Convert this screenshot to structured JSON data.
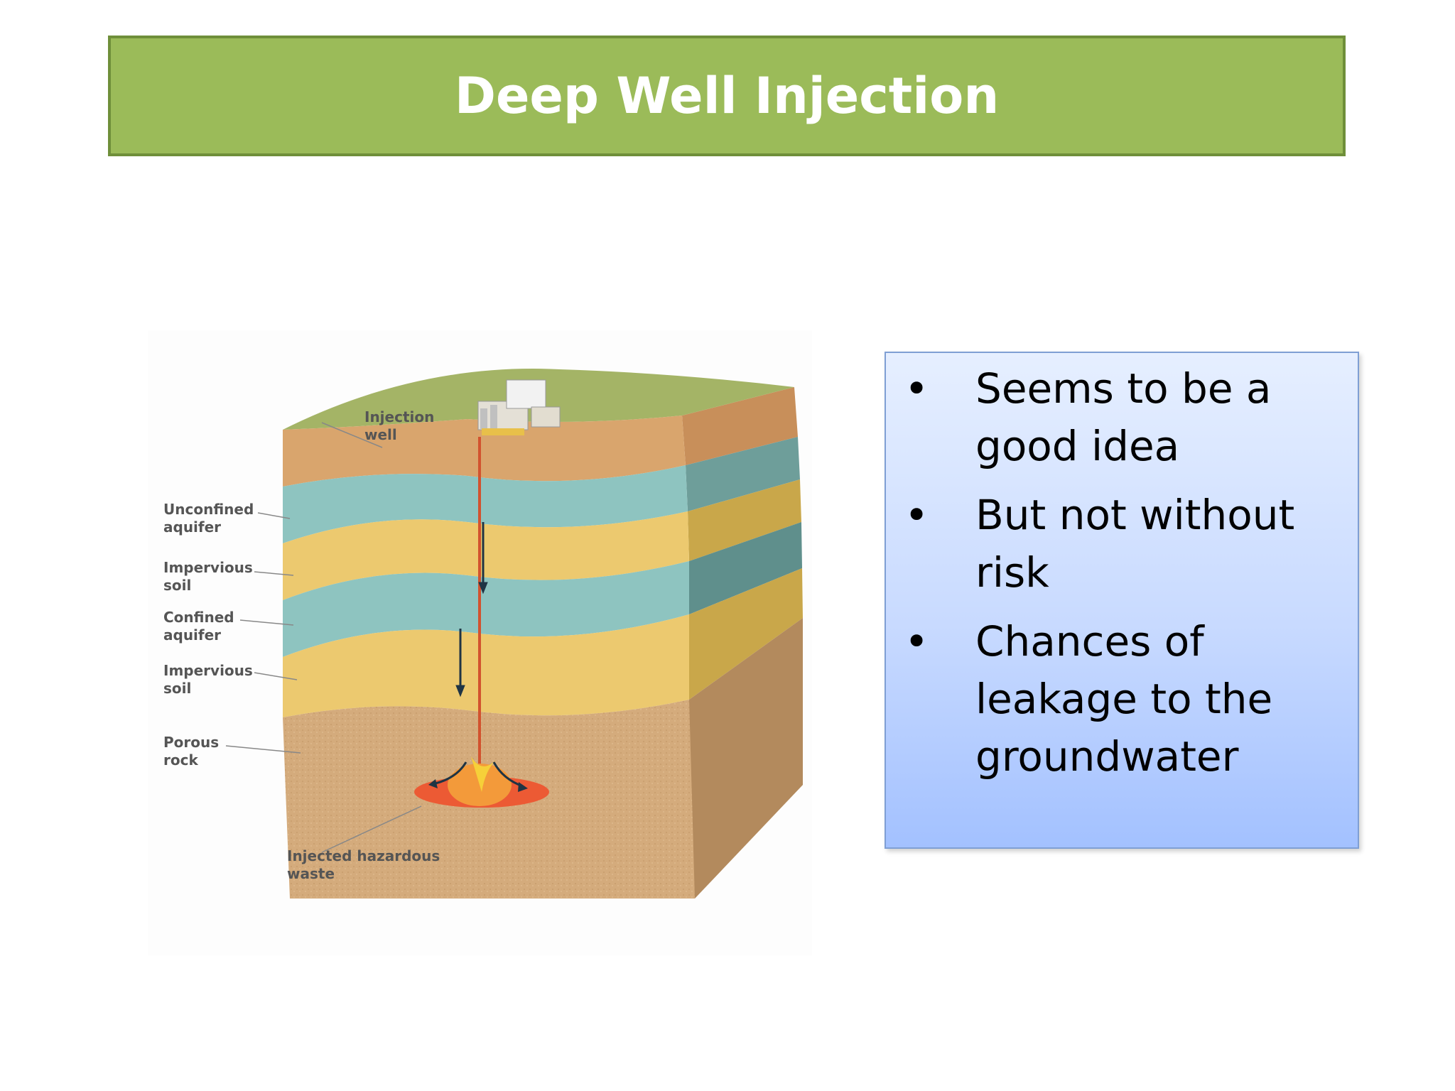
{
  "slide": {
    "title": "Deep Well Injection"
  },
  "diagram": {
    "labels": {
      "injection_well": "Injection\nwell",
      "unconfined_aquifer": "Unconfined\naquifer",
      "impervious_soil_1": "Impervious\nsoil",
      "confined_aquifer": "Confined\naquifer",
      "impervious_soil_2": "Impervious\nsoil",
      "porous_rock": "Porous\nrock",
      "injected_waste": "Injected hazardous\nwaste"
    },
    "colors": {
      "ground": "#a4b466",
      "clay": "#d9a56d",
      "aquifer": "#8ec4c0",
      "sand": "#ecc96f",
      "rock": "#d4ab7c",
      "waste": "#ec5a34",
      "pipe": "#d2522e"
    }
  },
  "bullets": {
    "marker": "•",
    "items": [
      "Seems to be a good idea",
      "But not without risk",
      "Chances of leakage to the groundwater"
    ]
  },
  "colors": {
    "title_bar": "#9bbb59",
    "title_border": "#6f8f3a",
    "bullet_box_top": "#e6efff",
    "bullet_box_bottom": "#a3c1ff"
  }
}
